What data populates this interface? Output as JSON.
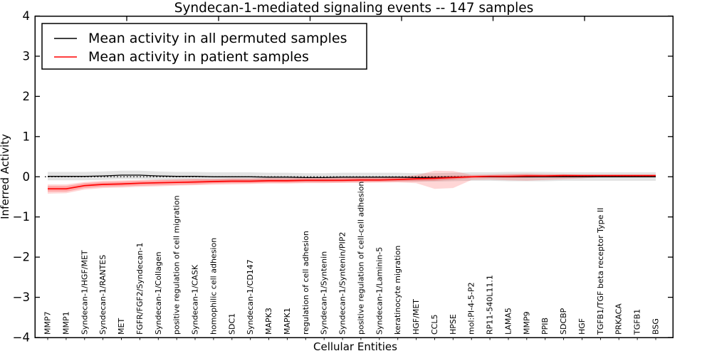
{
  "figure": {
    "background": "#ffffff"
  },
  "chart_data": {
    "type": "line",
    "title": "Syndecan-1-mediated signaling events -- 147 samples",
    "xlabel": "Cellular Entities",
    "ylabel": "Inferred Activity",
    "ylim": [
      -4,
      4
    ],
    "yticks": [
      4,
      3,
      2,
      1,
      0,
      -1,
      -2,
      -3,
      -4
    ],
    "grid": false,
    "zero_line_style": "dotted",
    "legend_position": "upper-left",
    "categories": [
      "MMP7",
      "MMP1",
      "Syndecan-1/HGF/MET",
      "Syndecan-1/RANTES",
      "MET",
      "FGFR/FGF2/Syndecan-1",
      "Syndecan-1/Collagen",
      "positive regulation of cell migration",
      "Syndecan-1/CASK",
      "homophilic cell adhesion",
      "SDC1",
      "Syndecan-1/CD147",
      "MAPK3",
      "MAPK1",
      "regulation of cell adhesion",
      "Syndecan-1/Syntenin",
      "Syndecan-1/Syntenin/PIP2",
      "positive regulation of cell-cell adhesion",
      "Syndecan-1/Laminin-5",
      "keratinocyte migration",
      "HGF/MET",
      "CCL5",
      "HPSE",
      "mol:PI-4-5-P2",
      "RP11-540L11.1",
      "LAMA5",
      "MMP9",
      "PPIB",
      "SDCBP",
      "HGF",
      "TGFB1/TGF beta receptor Type II",
      "PRKACA",
      "TGFB1",
      "BSG"
    ],
    "series": [
      {
        "name": "Mean activity in all permuted samples",
        "color": "#000000",
        "values": [
          0.01,
          0.01,
          0.01,
          0.02,
          0.04,
          0.04,
          0.02,
          0.01,
          0.01,
          0,
          0,
          0,
          -0.01,
          -0.01,
          -0.02,
          -0.02,
          -0.01,
          -0.01,
          -0.01,
          -0.01,
          -0.02,
          -0.02,
          -0.01,
          0,
          0,
          0,
          0,
          0,
          0,
          0,
          0,
          0,
          0,
          0
        ]
      },
      {
        "name": "Mean activity in patient samples",
        "color": "#ff0000",
        "values": [
          -0.3,
          -0.3,
          -0.22,
          -0.19,
          -0.18,
          -0.16,
          -0.15,
          -0.14,
          -0.13,
          -0.12,
          -0.11,
          -0.11,
          -0.1,
          -0.1,
          -0.09,
          -0.09,
          -0.09,
          -0.08,
          -0.08,
          -0.07,
          -0.05,
          -0.04,
          -0.02,
          0,
          0.01,
          0.01,
          0.02,
          0.02,
          0.03,
          0.03,
          0.03,
          0.03,
          0.03,
          0.03
        ]
      }
    ],
    "bands": [
      {
        "name": "permuted-samples-range",
        "color": "rgba(0,0,0,0.11)",
        "hi": [
          0.12,
          0.12,
          0.12,
          0.13,
          0.15,
          0.15,
          0.13,
          0.12,
          0.12,
          0.11,
          0.11,
          0.11,
          0.1,
          0.1,
          0.09,
          0.09,
          0.1,
          0.1,
          0.1,
          0.1,
          0.09,
          0.09,
          0.1,
          0.11,
          0.11,
          0.12,
          0.12,
          0.12,
          0.11,
          0.11,
          0.11,
          0.11,
          0.11,
          0.11
        ],
        "lo": [
          -0.09,
          -0.09,
          -0.09,
          -0.08,
          -0.06,
          -0.06,
          -0.08,
          -0.09,
          -0.09,
          -0.1,
          -0.1,
          -0.1,
          -0.11,
          -0.11,
          -0.12,
          -0.12,
          -0.11,
          -0.11,
          -0.11,
          -0.11,
          -0.12,
          -0.12,
          -0.11,
          -0.1,
          -0.1,
          -0.11,
          -0.11,
          -0.11,
          -0.1,
          -0.1,
          -0.1,
          -0.1,
          -0.1,
          -0.1
        ]
      },
      {
        "name": "patient-samples-range-outer",
        "color": "rgba(255,0,0,0.16)",
        "hi": [
          -0.19,
          -0.19,
          -0.13,
          -0.1,
          -0.09,
          -0.08,
          -0.07,
          -0.06,
          -0.05,
          -0.05,
          -0.04,
          -0.04,
          -0.03,
          -0.03,
          -0.02,
          -0.02,
          -0.02,
          -0.01,
          -0.01,
          0.0,
          0.04,
          0.15,
          0.14,
          0.05,
          0.06,
          0.07,
          0.08,
          0.07,
          0.06,
          0.05,
          0.05,
          0.05,
          0.05,
          0.05
        ],
        "lo": [
          -0.42,
          -0.41,
          -0.32,
          -0.28,
          -0.27,
          -0.25,
          -0.24,
          -0.22,
          -0.21,
          -0.2,
          -0.19,
          -0.18,
          -0.17,
          -0.17,
          -0.16,
          -0.16,
          -0.15,
          -0.15,
          -0.14,
          -0.14,
          -0.16,
          -0.3,
          -0.28,
          -0.08,
          -0.07,
          -0.09,
          -0.1,
          -0.08,
          -0.06,
          -0.04,
          -0.01,
          0.0,
          0.01,
          0.01
        ]
      },
      {
        "name": "patient-samples-range-inner",
        "color": "rgba(255,0,0,0.22)",
        "hi": [
          -0.23,
          -0.23,
          -0.16,
          -0.13,
          -0.12,
          -0.1,
          -0.09,
          -0.08,
          -0.07,
          -0.07,
          -0.06,
          -0.06,
          -0.05,
          -0.05,
          -0.04,
          -0.04,
          -0.04,
          -0.03,
          -0.03,
          -0.02,
          0.01,
          0.02,
          0.03,
          0.03,
          0.04,
          0.05,
          0.06,
          0.05,
          0.06,
          0.05,
          0.05,
          0.05,
          0.05,
          0.05
        ],
        "lo": [
          -0.37,
          -0.37,
          -0.28,
          -0.25,
          -0.24,
          -0.22,
          -0.21,
          -0.2,
          -0.19,
          -0.17,
          -0.16,
          -0.16,
          -0.15,
          -0.15,
          -0.14,
          -0.14,
          -0.14,
          -0.13,
          -0.13,
          -0.12,
          -0.11,
          -0.1,
          -0.07,
          -0.03,
          -0.02,
          -0.03,
          -0.02,
          -0.01,
          0.0,
          0.01,
          0.01,
          0.01,
          0.01,
          0.01
        ]
      }
    ]
  }
}
